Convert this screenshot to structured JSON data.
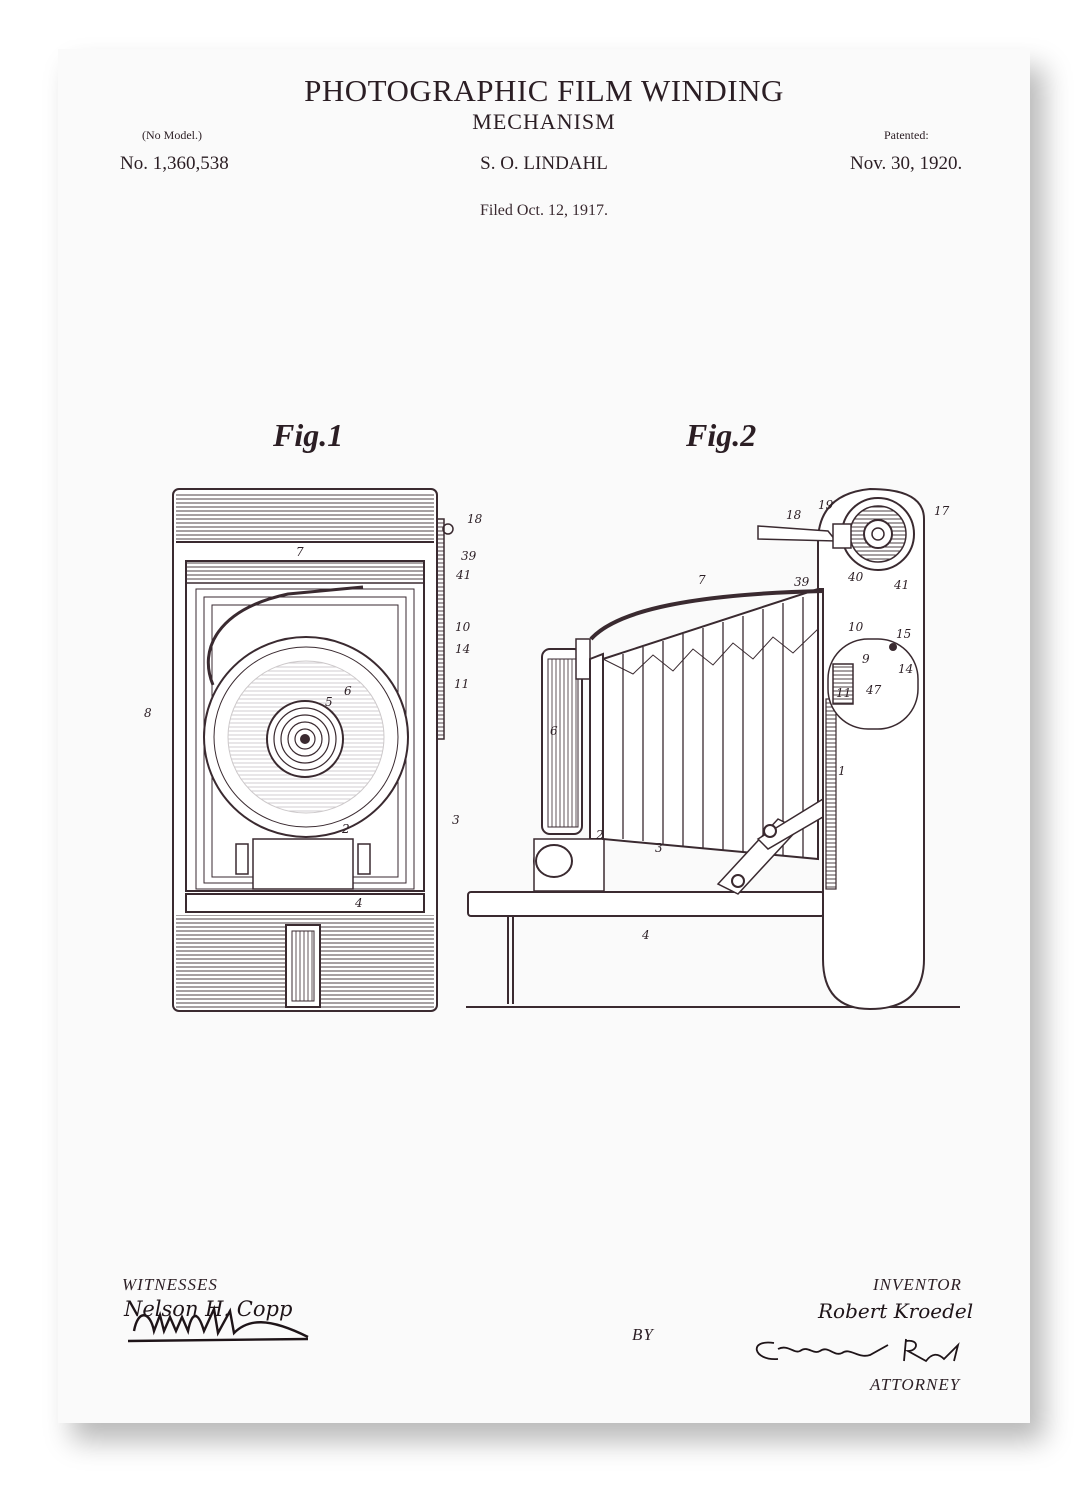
{
  "header": {
    "title": "PHOTOGRAPHIC FILM WINDING",
    "subtitle": "MECHANISM",
    "no_model": "(No Model.)",
    "patented_label": "Patented:",
    "patent_number": "No. 1,360,538",
    "inventor_name": "S. O. LINDAHL",
    "patent_date": "Nov. 30, 1920.",
    "filed": "Filed Oct. 12, 1917."
  },
  "figures": {
    "fig1_label": "Fig.1",
    "fig2_label": "Fig.2",
    "fig1_refs": [
      "18",
      "39",
      "41",
      "7",
      "10",
      "14",
      "11",
      "8",
      "5",
      "6",
      "2",
      "3",
      "4"
    ],
    "fig2_refs": [
      "19",
      "17",
      "18",
      "7",
      "39",
      "40",
      "41",
      "10",
      "15",
      "9",
      "14",
      "11",
      "47",
      "6",
      "1",
      "2",
      "3",
      "4"
    ]
  },
  "footer": {
    "witnesses_label": "WITNESSES",
    "witness_signature": "Nelson H. Copp",
    "by_label": "BY",
    "inventor_label": "INVENTOR",
    "inventor_signature": "Robert Kroedel",
    "attorney_label": "ATTORNEY"
  },
  "colors": {
    "ink": "#3a2a30",
    "paper": "#fafafa"
  }
}
